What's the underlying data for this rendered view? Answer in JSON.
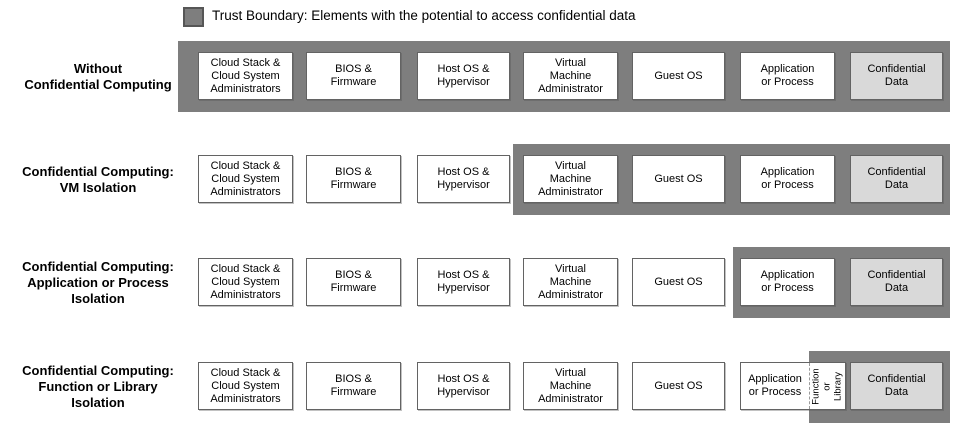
{
  "legend": {
    "label": "Trust Boundary: Elements with the potential to access confidential data"
  },
  "colors": {
    "trust_boundary": "#7e7e7e",
    "confidential_fill": "#d9d9d9",
    "box_border": "#636363",
    "text": "#000000"
  },
  "rows": [
    {
      "label": "Without\nConfidential Computing",
      "boundary_covers": "all elements",
      "boxes": [
        "Cloud Stack &\nCloud System\nAdministrators",
        "BIOS &\nFirmware",
        "Host OS &\nHypervisor",
        "Virtual\nMachine\nAdministrator",
        "Guest OS",
        "Application\nor Process",
        "Confidential\nData"
      ]
    },
    {
      "label": "Confidential Computing:\nVM Isolation",
      "boundary_covers": "Virtual Machine Administrator through Confidential Data",
      "boxes": [
        "Cloud Stack &\nCloud System\nAdministrators",
        "BIOS &\nFirmware",
        "Host OS &\nHypervisor",
        "Virtual\nMachine\nAdministrator",
        "Guest OS",
        "Application\nor Process",
        "Confidential\nData"
      ]
    },
    {
      "label": "Confidential Computing:\nApplication or Process\nIsolation",
      "boundary_covers": "Application or Process through Confidential Data",
      "boxes": [
        "Cloud Stack &\nCloud System\nAdministrators",
        "BIOS &\nFirmware",
        "Host OS &\nHypervisor",
        "Virtual\nMachine\nAdministrator",
        "Guest OS",
        "Application\nor Process",
        "Confidential\nData"
      ]
    },
    {
      "label": "Confidential Computing:\nFunction or Library\nIsolation",
      "boundary_covers": "Function or Library through Confidential Data",
      "boxes": [
        "Cloud Stack &\nCloud System\nAdministrators",
        "BIOS &\nFirmware",
        "Host OS &\nHypervisor",
        "Virtual\nMachine\nAdministrator",
        "Guest OS",
        "Application\nor Process",
        "Confidential\nData"
      ],
      "function_box": "Function\nor Library"
    }
  ]
}
